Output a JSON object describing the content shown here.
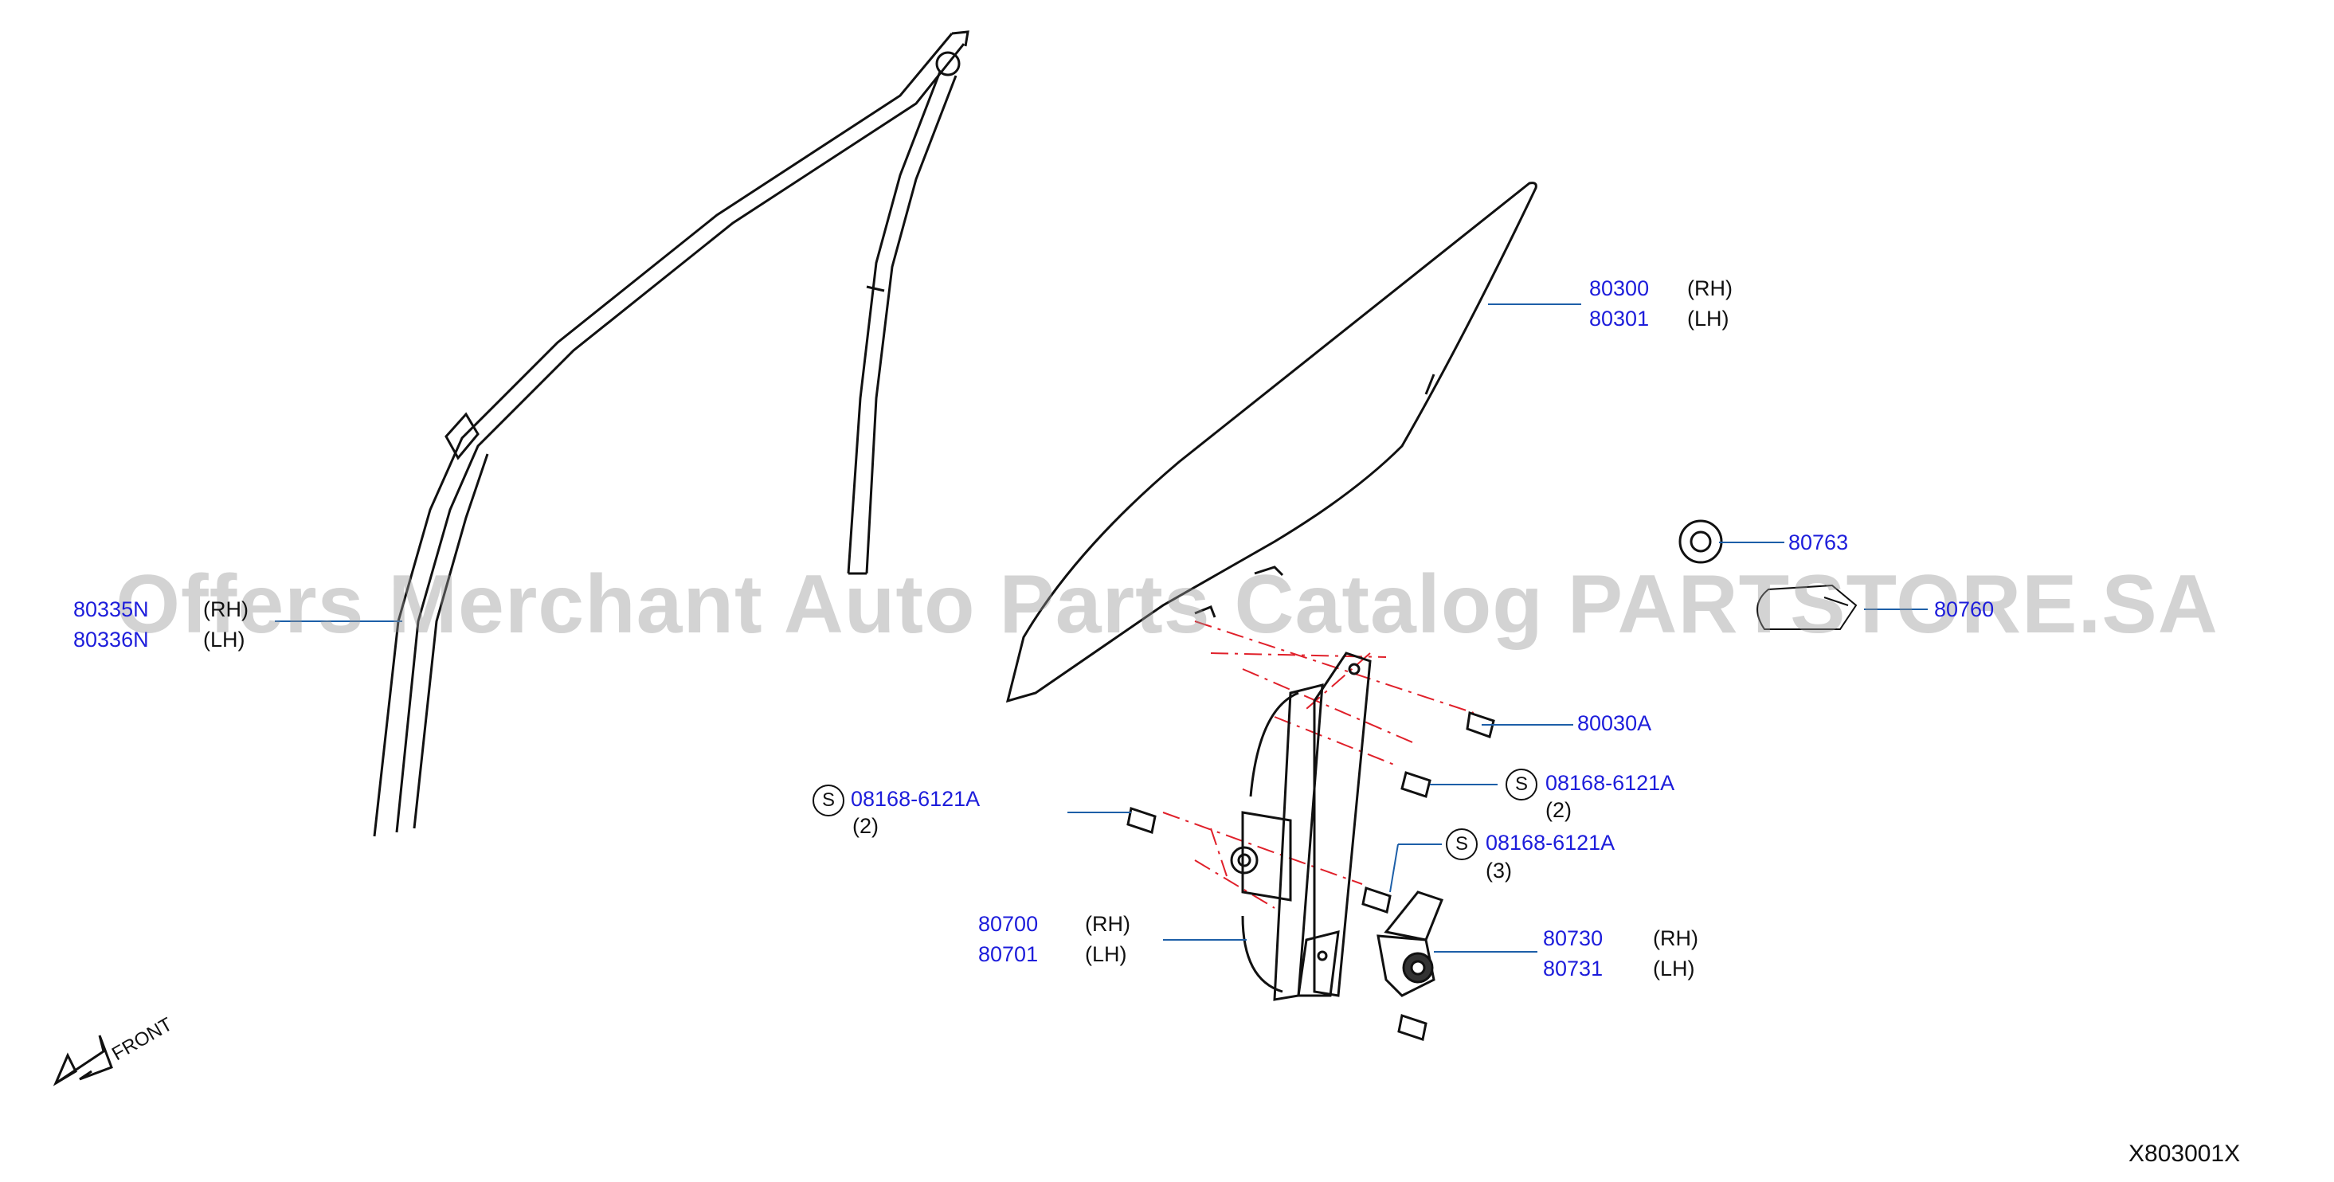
{
  "callouts": [
    {
      "part": "80300",
      "side": "(RH)"
    },
    {
      "part": "80301",
      "side": "(LH)"
    },
    {
      "part": "80335N",
      "side": "(RH)"
    },
    {
      "part": "80336N",
      "side": "(LH)"
    },
    {
      "part": "80763"
    },
    {
      "part": "80760"
    },
    {
      "part": "80030A"
    },
    {
      "part": "08168-6121A",
      "qty": "(2)"
    },
    {
      "part": "08168-6121A",
      "qty": "(2)"
    },
    {
      "part": "08168-6121A",
      "qty": "(3)"
    },
    {
      "part": "80700",
      "side": "(RH)"
    },
    {
      "part": "80701",
      "side": "(LH)"
    },
    {
      "part": "80730",
      "side": "(RH)"
    },
    {
      "part": "80731",
      "side": "(LH)"
    }
  ],
  "standard_marker": "S",
  "front_label": "FRONT",
  "diagram_code": "X803001X",
  "watermark": "Offers Merchant Auto Parts Catalog PARTSTORE.SA",
  "colors": {
    "part_number": "#1d1ddb",
    "leader": "#1d5fa8",
    "centerline": "#e0202a",
    "line": "#111111"
  }
}
